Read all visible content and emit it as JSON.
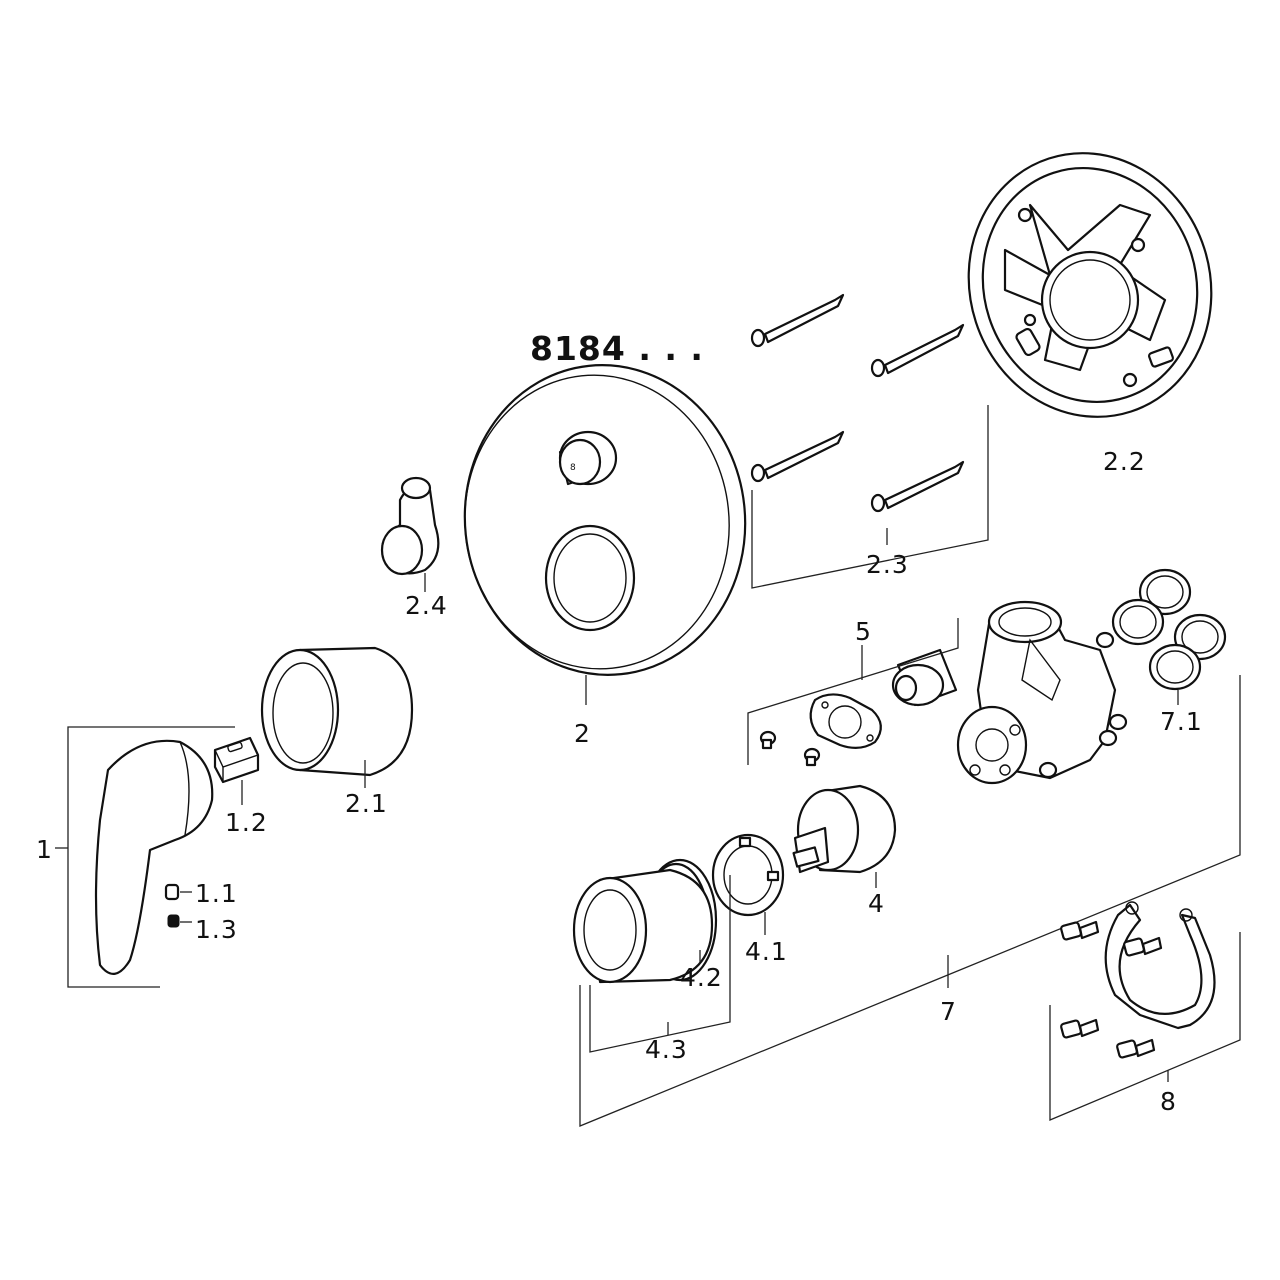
{
  "title": "8184 . . .",
  "labels": {
    "p1": "1",
    "p1_1": "1.1",
    "p1_2": "1.2",
    "p1_3": "1.3",
    "p2": "2",
    "p2_1": "2.1",
    "p2_2": "2.2",
    "p2_3": "2.3",
    "p2_4": "2.4",
    "p4": "4",
    "p4_1": "4.1",
    "p4_2": "4.2",
    "p4_3": "4.3",
    "p5": "5",
    "p7": "7",
    "p7_1": "7.1",
    "p8": "8"
  }
}
